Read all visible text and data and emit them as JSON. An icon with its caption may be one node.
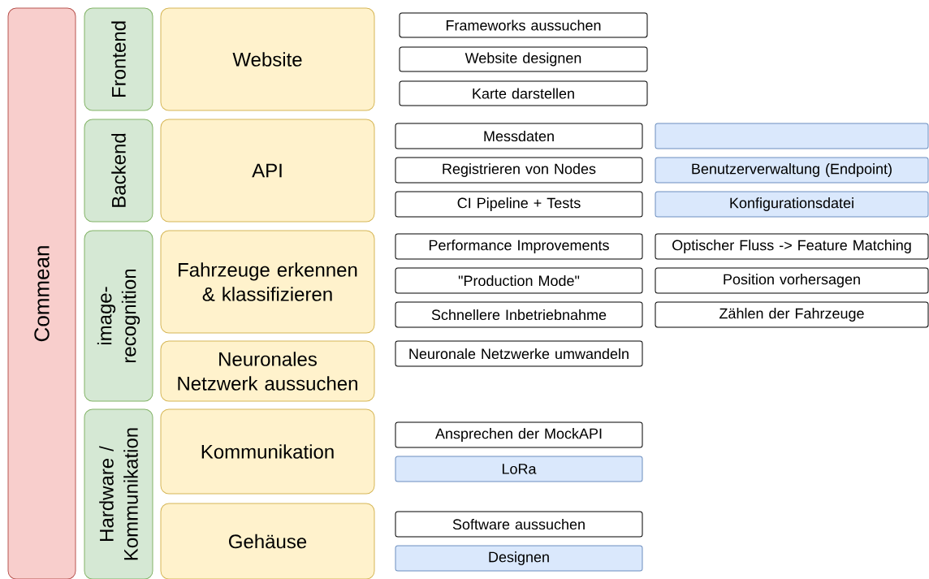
{
  "diagram": {
    "nodes": [
      {
        "text": [
          "Commean"
        ]
      },
      {
        "text": [
          "Frontend"
        ]
      },
      {
        "text": [
          "Website"
        ]
      },
      {
        "text": [
          "Frameworks aussuchen"
        ]
      },
      {
        "text": [
          "Website designen"
        ]
      },
      {
        "text": [
          "Karte darstellen"
        ]
      },
      {
        "text": [
          "Backend"
        ]
      },
      {
        "text": [
          "API"
        ]
      },
      {
        "text": [
          "Messdaten"
        ]
      },
      {
        "text": [],
        "shape": "box"
      },
      {
        "text": [
          "Registrieren von Nodes"
        ]
      },
      {
        "text": [
          "Benutzerverwaltung (Endpoint)"
        ]
      },
      {
        "text": [
          "CI Pipeline + Tests"
        ]
      },
      {
        "text": [
          "Konfigurationsdatei"
        ]
      },
      {
        "text": [
          "image-recognition"
        ]
      },
      {
        "text": [
          "Fahrzeuge erkennen & klassifizieren"
        ]
      },
      {
        "text": [
          "Performance Improvements"
        ]
      },
      {
        "text": [
          "Optischer Fluss -> Feature Matching"
        ]
      },
      {
        "text": [
          "\"Production Mode\""
        ]
      },
      {
        "text": [
          "Position vorhersagen"
        ]
      },
      {
        "text": [
          "Schnellere Inbetriebnahme"
        ]
      },
      {
        "text": [
          "Zählen der Fahrzeuge"
        ]
      },
      {
        "text": [
          "Neuronales Netzwerk aussuchen"
        ]
      },
      {
        "text": [
          "Neuronale Netzwerke umwandeln"
        ]
      },
      {
        "text": [
          "Hardware / Kommunikation"
        ]
      },
      {
        "text": [
          "Kommunikation"
        ]
      },
      {
        "text": [
          "Ansprechen der MockAPI"
        ]
      },
      {
        "text": [
          "LoRa"
        ]
      },
      {
        "text": [
          "Gehäuse"
        ]
      },
      {
        "text": [
          "Software aussuchen"
        ]
      },
      {
        "text": [
          "Designen"
        ]
      }
    ]
  }
}
